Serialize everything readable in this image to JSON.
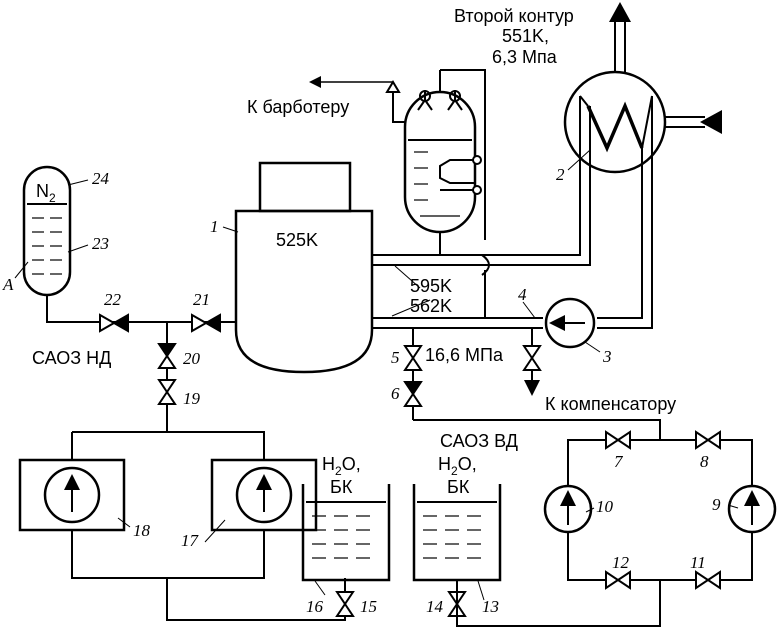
{
  "labels": {
    "second_loop_title": "Второй контур",
    "second_loop_temp": "551K,",
    "second_loop_pressure": "6,3 Мпа",
    "to_bubbler": "К барботеру",
    "n2": "N",
    "n2_sub": "2",
    "reactor_temp": "525K",
    "hot_leg_temp": "595K",
    "cold_leg_temp": "562K",
    "pressure": "16,6 МПа",
    "to_compensator": "К компенсатору",
    "eccs_low": "САОЗ НД",
    "eccs_high": "САОЗ ВД",
    "tank_left_l1": "H",
    "tank_left_l1_sub": "2",
    "tank_left_l1_tail": "O,",
    "tank_left_l2": "БК",
    "tank_right_l1": "H",
    "tank_right_l1_sub": "2",
    "tank_right_l1_tail": "O,",
    "tank_right_l2": "БК",
    "point_a": "A"
  },
  "numbers": {
    "n1": "1",
    "n2": "2",
    "n3": "3",
    "n4": "4",
    "n5": "5",
    "n6": "6",
    "n7": "7",
    "n8": "8",
    "n9": "9",
    "n10": "10",
    "n11": "11",
    "n12": "12",
    "n13": "13",
    "n14": "14",
    "n15": "15",
    "n16": "16",
    "n17": "17",
    "n18": "18",
    "n19": "19",
    "n20": "20",
    "n21": "21",
    "n22": "22",
    "n23": "23",
    "n24": "24"
  }
}
